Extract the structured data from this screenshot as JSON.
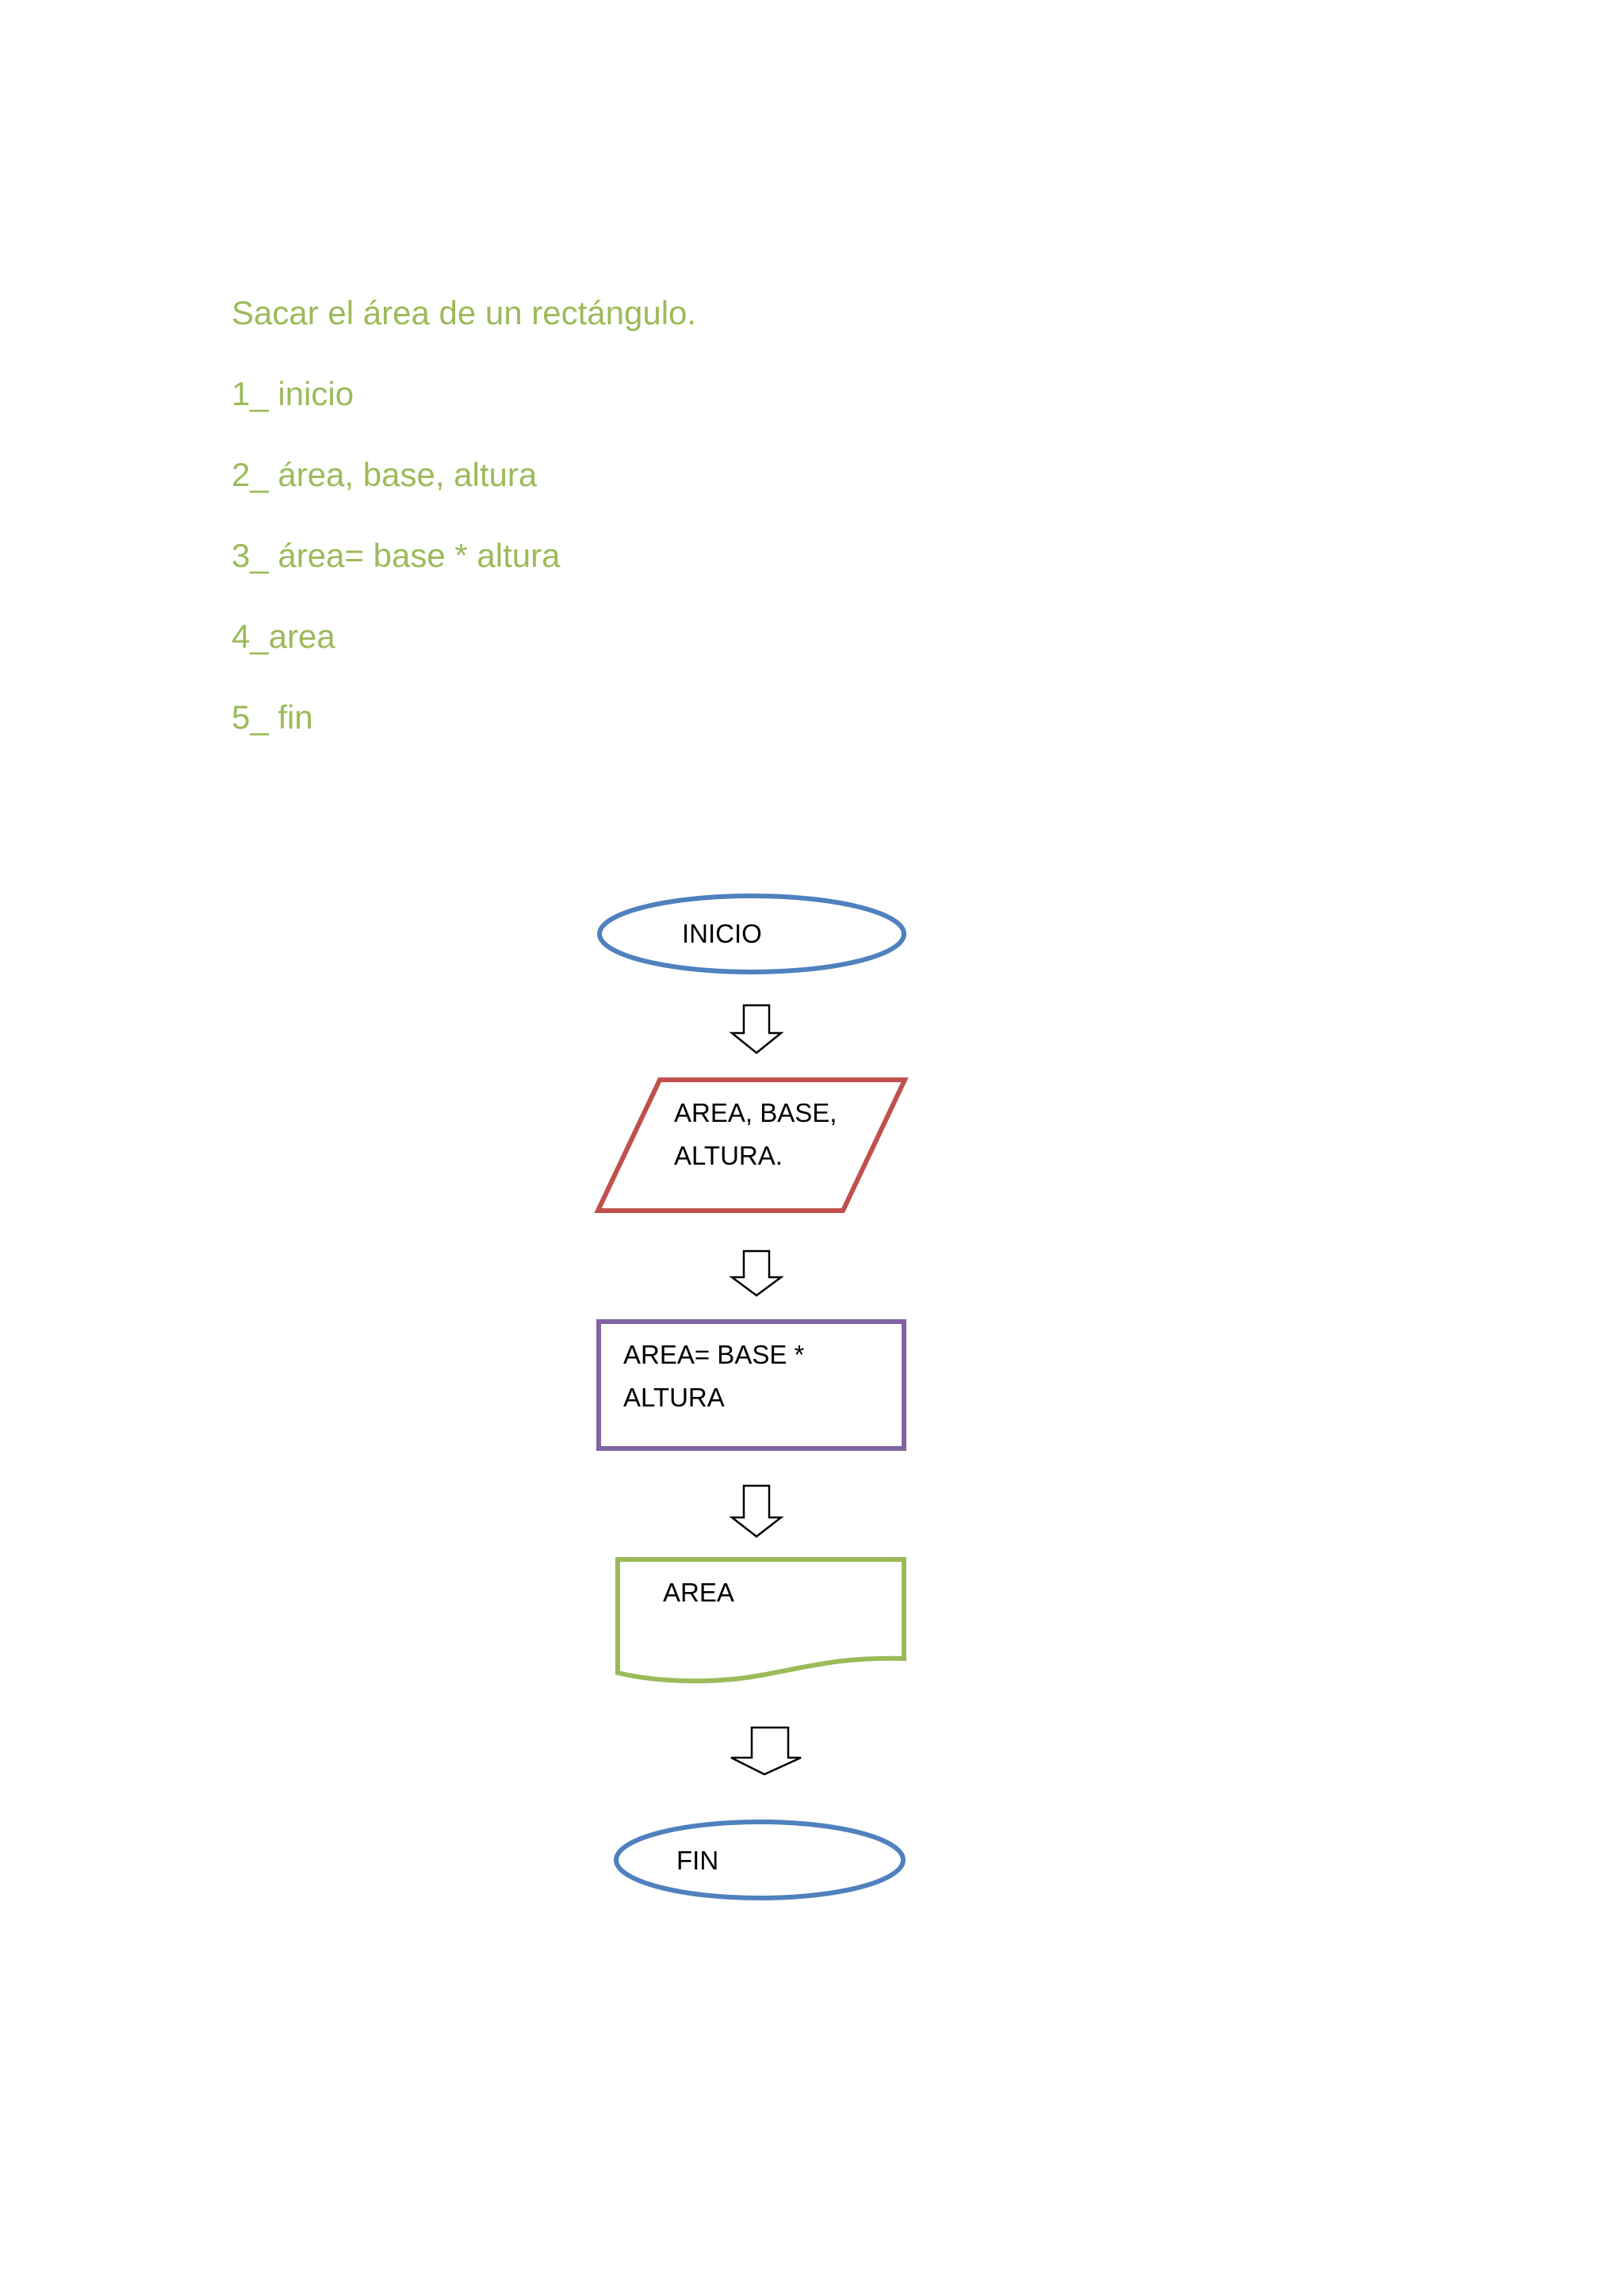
{
  "document": {
    "title": "Sacar el área de un rectángulo.",
    "steps": [
      "1_ inicio",
      "2_ área, base, altura",
      "3_ área= base * altura",
      "4_area",
      "5_ fin"
    ],
    "text_color": "#9BBB59"
  },
  "flowchart": {
    "start": {
      "label": "INICIO",
      "shape": "ellipse",
      "color": "#4F81BD"
    },
    "input": {
      "label": "AREA, BASE,\nALTURA.",
      "shape": "parallelogram",
      "color": "#C0504D"
    },
    "process": {
      "label": "AREA= BASE *\nALTURA",
      "shape": "rectangle",
      "color": "#8064A2"
    },
    "output": {
      "label": "AREA",
      "shape": "document",
      "color": "#9BBB59"
    },
    "end": {
      "label": "FIN",
      "shape": "ellipse",
      "color": "#4F81BD"
    },
    "arrow_icon": "down-arrow-icon"
  }
}
